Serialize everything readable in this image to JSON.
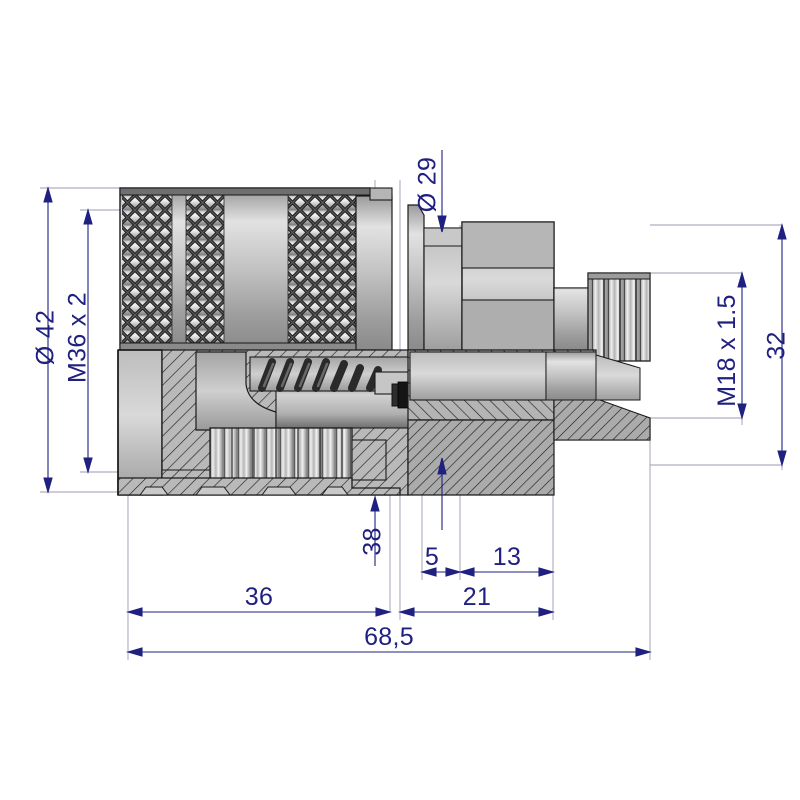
{
  "drawing": {
    "type": "technical-engineering-drawing",
    "subject": "hydraulic quick release coupling - sectional view",
    "background_color": "#ffffff",
    "dimension_color": "#202080",
    "outline_color": "#1a1a1a",
    "metal_light": "#e6e6e6",
    "metal_mid": "#a8a8a8",
    "metal_dark": "#5a5a5a"
  },
  "dimensions": {
    "diameter_42": {
      "label": "Ø 42",
      "value": 42,
      "orientation": "vertical"
    },
    "thread_m36": {
      "label": "M36 x 2",
      "value": 36,
      "orientation": "vertical"
    },
    "diameter_29": {
      "label": "Ø 29",
      "value": 29,
      "orientation": "vertical"
    },
    "thread_m18": {
      "label": "M18 x 1.5",
      "value": 18,
      "orientation": "vertical"
    },
    "height_32": {
      "label": "32",
      "value": 32,
      "orientation": "vertical"
    },
    "height_38": {
      "label": "38",
      "value": 38,
      "orientation": "vertical"
    },
    "length_5": {
      "label": "5",
      "value": 5,
      "orientation": "horizontal"
    },
    "length_13": {
      "label": "13",
      "value": 13,
      "orientation": "horizontal"
    },
    "length_21": {
      "label": "21",
      "value": 21,
      "orientation": "horizontal"
    },
    "length_36": {
      "label": "36",
      "value": 36,
      "orientation": "horizontal"
    },
    "length_685": {
      "label": "68,5",
      "value": 68.5,
      "orientation": "horizontal"
    }
  }
}
